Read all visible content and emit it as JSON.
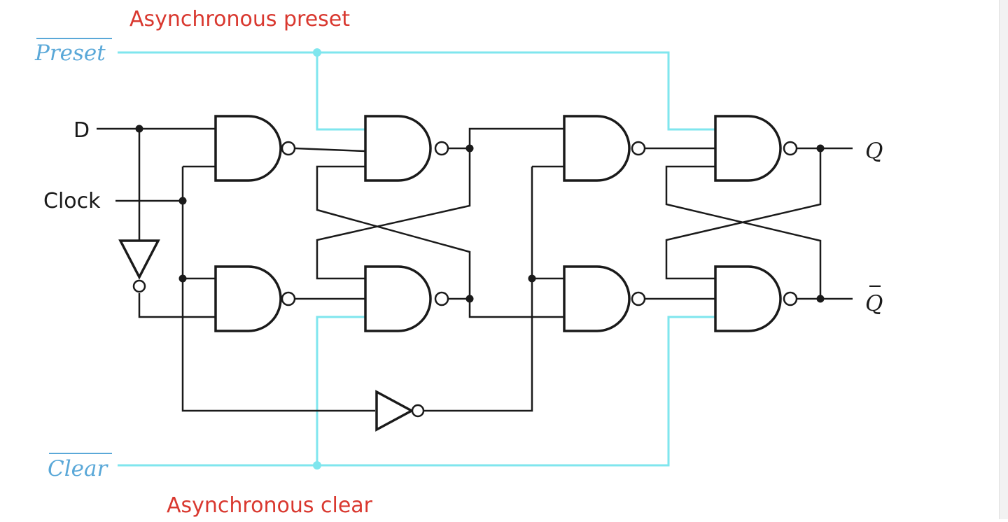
{
  "colors": {
    "annotation": "#d9382f",
    "control_label": "#5aa8d8",
    "control_wire": "#7fe6ee",
    "wire": "#1a1a1a"
  },
  "annotations": {
    "top": "Asynchronous preset",
    "bottom": "Asynchronous clear"
  },
  "control_inputs": {
    "preset": "Preset",
    "clear": "Clear"
  },
  "inputs": {
    "data": "D",
    "clock": "Clock"
  },
  "outputs": {
    "q": "Q",
    "q_bar": "Q"
  }
}
